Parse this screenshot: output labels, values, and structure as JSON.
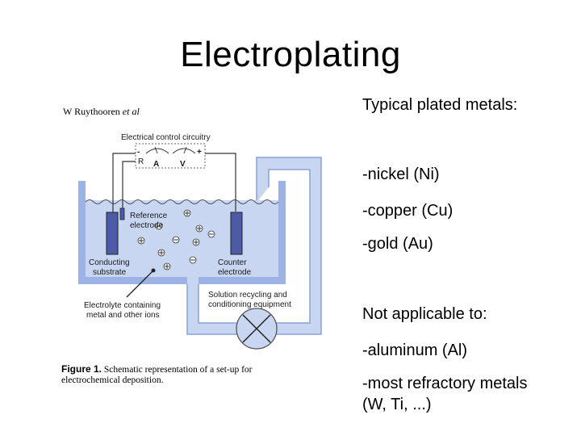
{
  "slide": {
    "title": "Electroplating"
  },
  "figure": {
    "author_prefix": "W Ruythooren ",
    "author_suffix": "et al",
    "labels": {
      "control": "Electrical control circuitry",
      "ammeter": "A",
      "voltmeter": "V",
      "plus": "+",
      "minus": "-",
      "ref_small": "R",
      "reference_line1": "Reference",
      "reference_line2": "electrode",
      "conducting_line1": "Conducting",
      "conducting_line2": "substrate",
      "counter_line1": "Counter",
      "counter_line2": "electrode",
      "recycling_line1": "Solution recycling and",
      "recycling_line2": "conditioning equipment",
      "electrolyte_line1": "Electrolyte containing",
      "electrolyte_line2": "metal and other ions"
    },
    "caption_label": "Figure 1.",
    "caption_text": " Schematic representation of a set-up for electrochemical deposition."
  },
  "text_panel": {
    "heading": "Typical plated metals:",
    "items": [
      "-nickel (Ni)",
      "-copper (Cu)",
      "-gold (Au)"
    ],
    "subheading": "Not applicable to:",
    "exceptions": [
      "-aluminum (Al)",
      "-most refractory metals",
      "(W, Ti, ...)"
    ]
  },
  "colors": {
    "electrolyte": "#c8d6f2",
    "tank_wall": "#9db3e6",
    "electrode": "#4d5aa8",
    "outline": "#3a3a3a"
  }
}
